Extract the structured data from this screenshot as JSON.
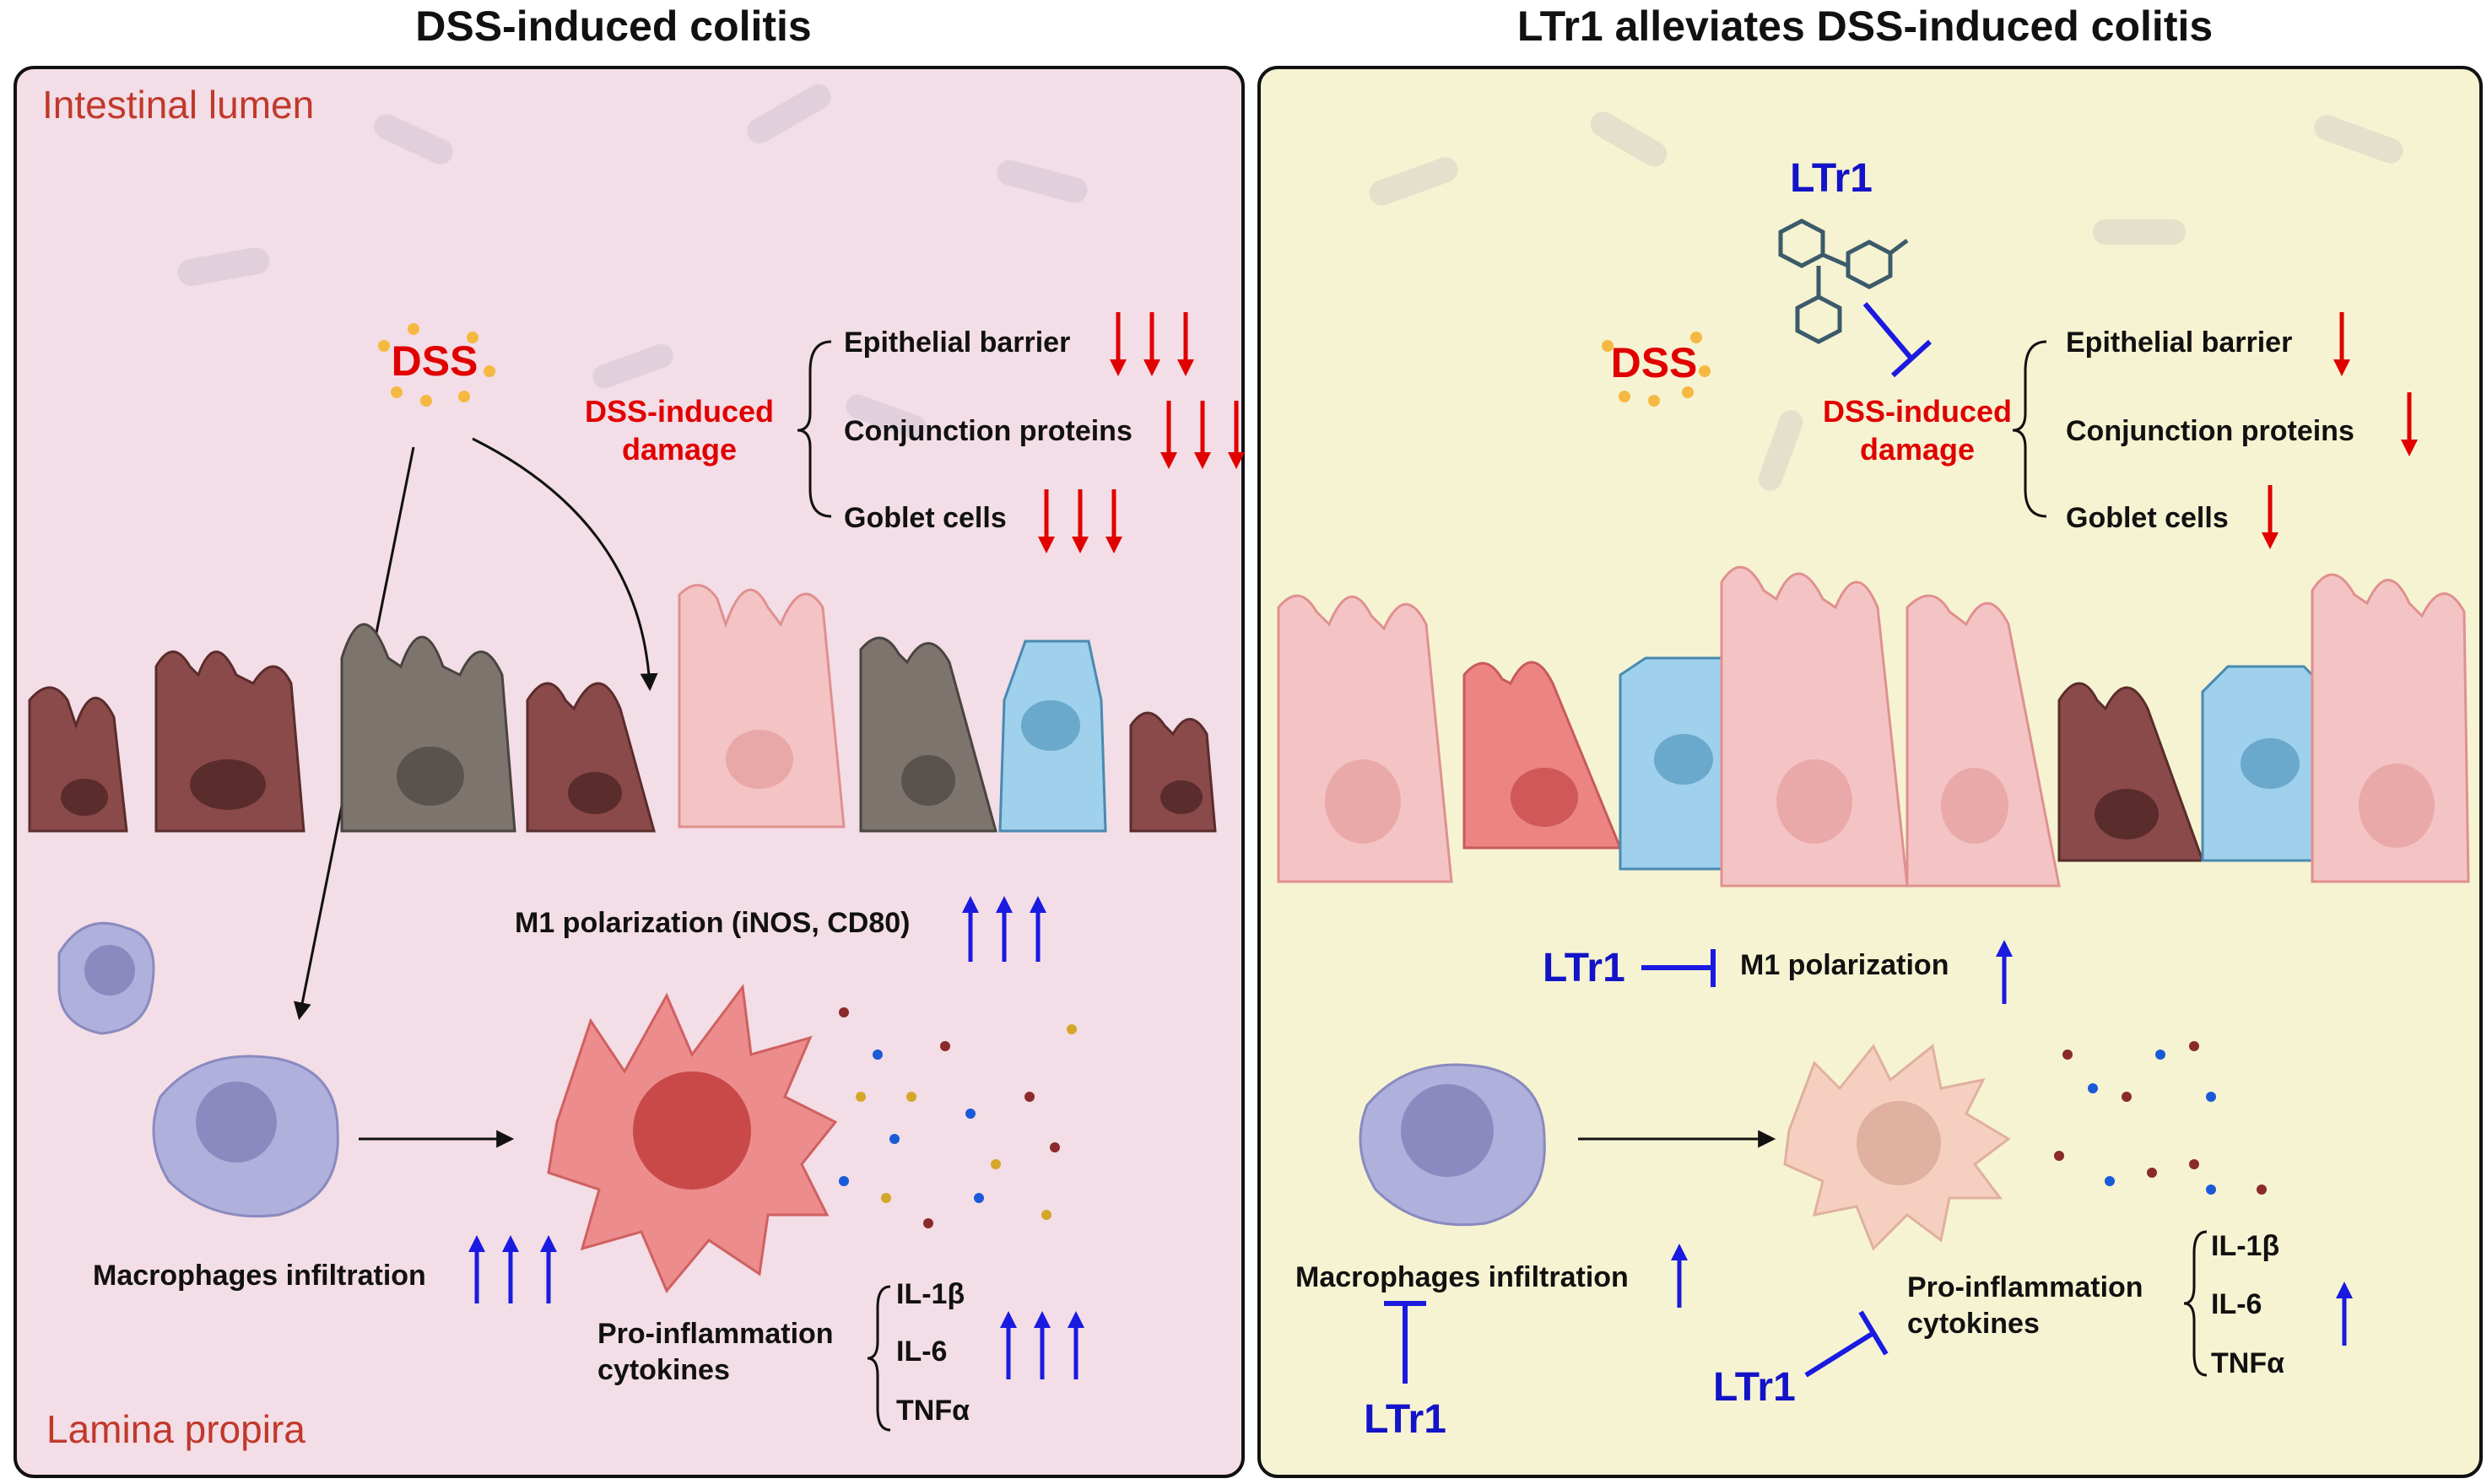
{
  "left_panel": {
    "title": "DSS-induced colitis",
    "lumen_label": "Intestinal lumen",
    "lamina_label": "Lamina propira",
    "dss": "DSS",
    "damage_label_1": "DSS-induced",
    "damage_label_2": "damage",
    "effects": [
      "Epithelial barrier",
      "Conjunction proteins",
      "Goblet cells"
    ],
    "m1_label": "M1 polarization (iNOS, CD80)",
    "macrophage_label": "Macrophages infiltration",
    "cytokine_label_1": "Pro-inflammation",
    "cytokine_label_2": "cytokines",
    "cytokines": [
      "IL-1β",
      "IL-6",
      "TNFα"
    ]
  },
  "right_panel": {
    "title": "LTr1 alleviates DSS-induced colitis",
    "drug": "LTr1",
    "dss": "DSS",
    "damage_label_1": "DSS-induced",
    "damage_label_2": "damage",
    "effects": [
      "Epithelial barrier",
      "Conjunction proteins",
      "Goblet cells"
    ],
    "m1_label": "M1 polarization",
    "macrophage_label": "Macrophages infiltration",
    "cytokine_label_1": "Pro-inflammation",
    "cytokine_label_2": "cytokines",
    "cytokines": [
      "IL-1β",
      "IL-6",
      "TNFα"
    ],
    "inhibitor_labels": [
      "LTr1",
      "LTr1",
      "LTr1"
    ]
  },
  "colors": {
    "left_bg": "#f3dde6",
    "right_bg": "#f6f3d2",
    "increase_arrow": "#1a1ae0",
    "decrease_arrow": "#e00000",
    "drug_text": "#1313c8"
  }
}
